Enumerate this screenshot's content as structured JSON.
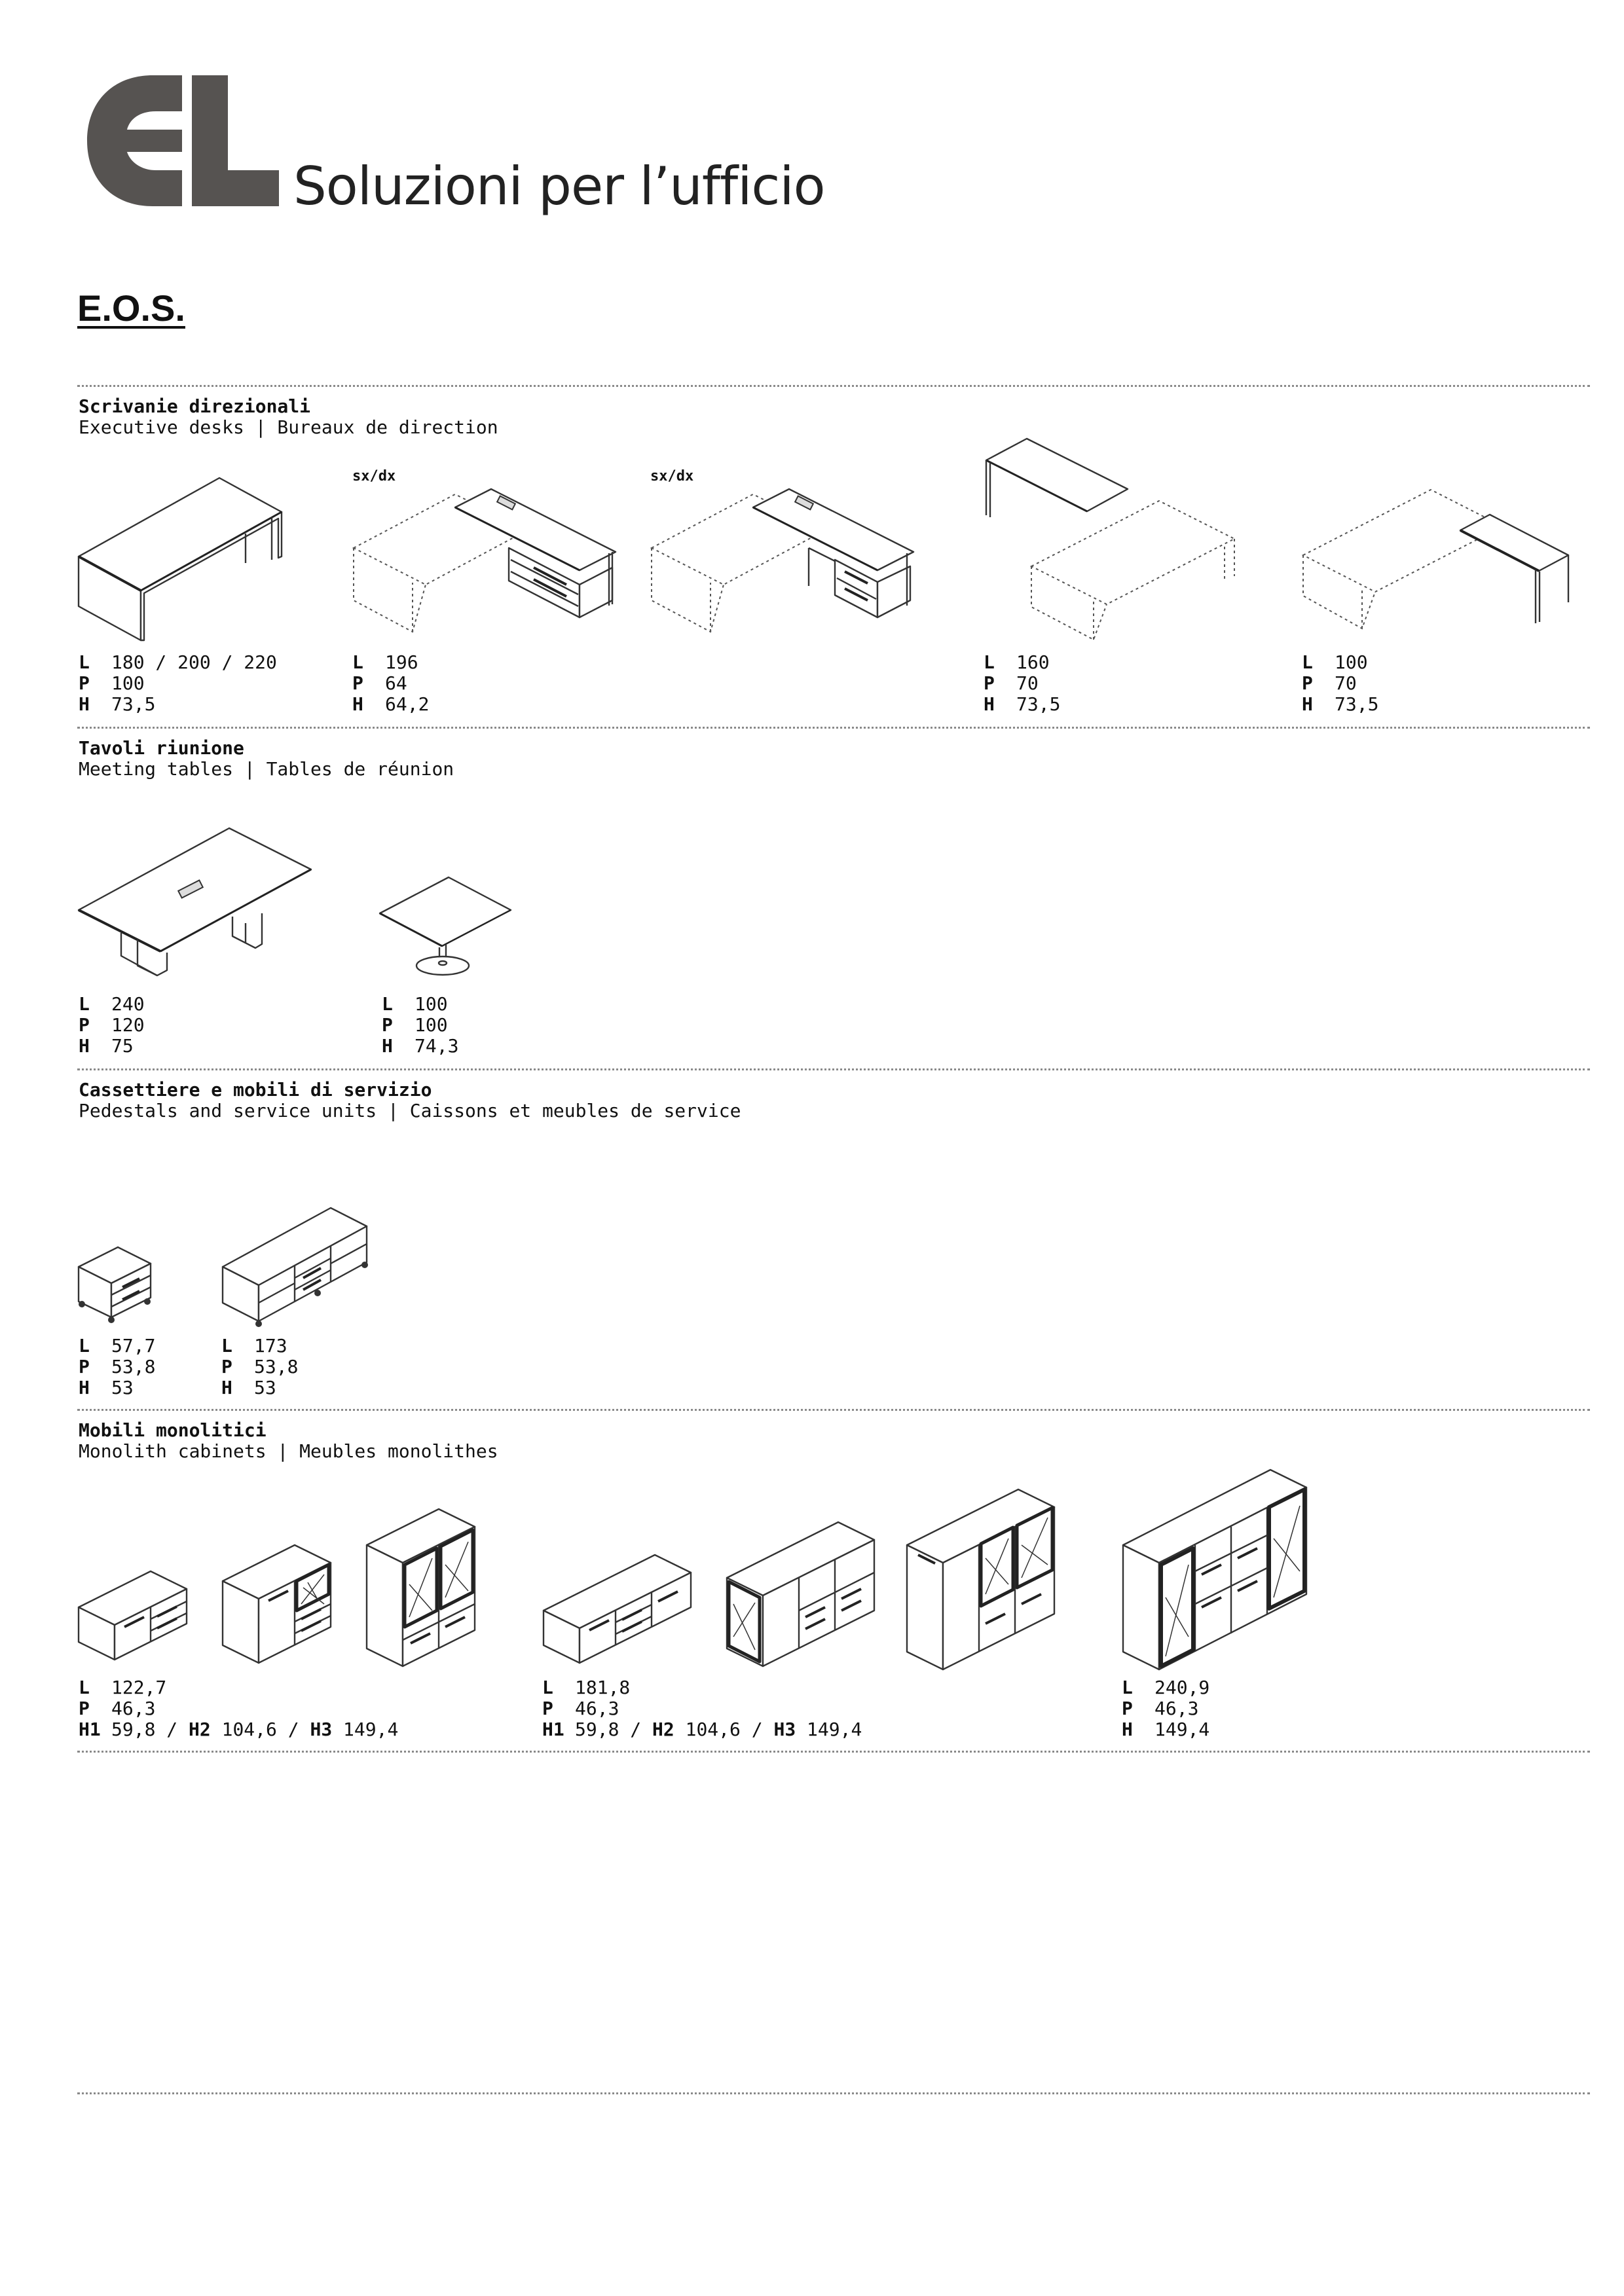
{
  "header": {
    "tagline": "Soluzioni per l’ufficio",
    "title": "E.O.S.",
    "logo_icon": "el-logo-icon",
    "logo_color": "#555250"
  },
  "sections": {
    "desks": {
      "title": "Scrivanie direzionali",
      "subtitle": "Executive desks | Bureaux de direction",
      "tag1": "sx/dx",
      "tag2": "sx/dx",
      "items": [
        {
          "L": "180 / 200 / 220",
          "P": "100",
          "H": "73,5"
        },
        {
          "L": "196",
          "P": "64",
          "H": "64,2"
        },
        {
          "L": "160",
          "P": "70",
          "H": "73,5"
        },
        {
          "L": "100",
          "P": "70",
          "H": "73,5"
        }
      ]
    },
    "tables": {
      "title": "Tavoli riunione",
      "subtitle": "Meeting tables | Tables de réunion",
      "items": [
        {
          "L": "240",
          "P": "120",
          "H": "75"
        },
        {
          "L": "100",
          "P": "100",
          "H": "74,3"
        }
      ]
    },
    "pedestals": {
      "title": "Cassettiere e mobili di servizio",
      "subtitle": "Pedestals and service units | Caissons et meubles de service",
      "items": [
        {
          "L": "57,7",
          "P": "53,8",
          "H": "53"
        },
        {
          "L": "173",
          "P": "53,8",
          "H": "53"
        }
      ]
    },
    "monolith": {
      "title": "Mobili monolitici",
      "subtitle": "Monolith cabinets | Meubles monolithes",
      "items": [
        {
          "L": "122,7",
          "P": "46,3",
          "H1": "59,8",
          "H2": "104,6",
          "H3": "149,4"
        },
        {
          "L": "181,8",
          "P": "46,3",
          "H1": "59,8",
          "H2": "104,6",
          "H3": "149,4"
        },
        {
          "L": "240,9",
          "P": "46,3",
          "H": "149,4"
        }
      ]
    }
  },
  "labels": {
    "L": "L",
    "P": "P",
    "H": "H",
    "H1": "H1",
    "H2": "H2",
    "H3": "H3",
    "sep": "/"
  }
}
